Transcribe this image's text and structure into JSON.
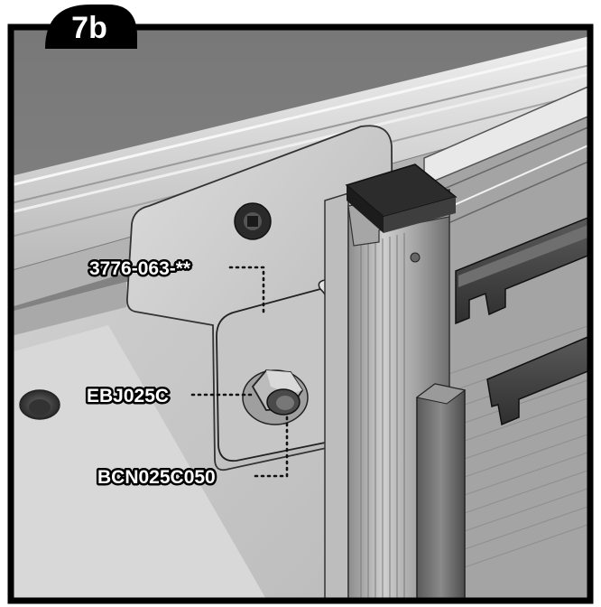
{
  "step": {
    "label": "7b"
  },
  "callouts": [
    {
      "id": "bracket",
      "text": "3776-063-**"
    },
    {
      "id": "nut",
      "text": "EBJ025C"
    },
    {
      "id": "bolt",
      "text": "BCN025C050"
    }
  ],
  "colors": {
    "frame": "#000000",
    "badge": "#000000",
    "badge_text": "#ffffff",
    "metal_light": "#d9d9d9",
    "metal_mid": "#a8a8a8",
    "metal_dark": "#3a3a3a"
  }
}
